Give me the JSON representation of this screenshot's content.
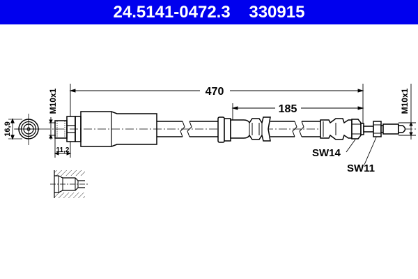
{
  "header": {
    "part_number": "24.5141-0472.3",
    "ref_number": "330915",
    "bg_color": "#0000ee"
  },
  "drawing": {
    "dimensions": {
      "overall_length": "470",
      "sleeve_length": "185",
      "end_diameter": "16,9",
      "fitting_length": "11,2",
      "left_thread": "M10x1",
      "right_thread": "M10x1"
    },
    "callouts": {
      "hex_nut": "SW14",
      "small_nut": "SW11"
    }
  }
}
